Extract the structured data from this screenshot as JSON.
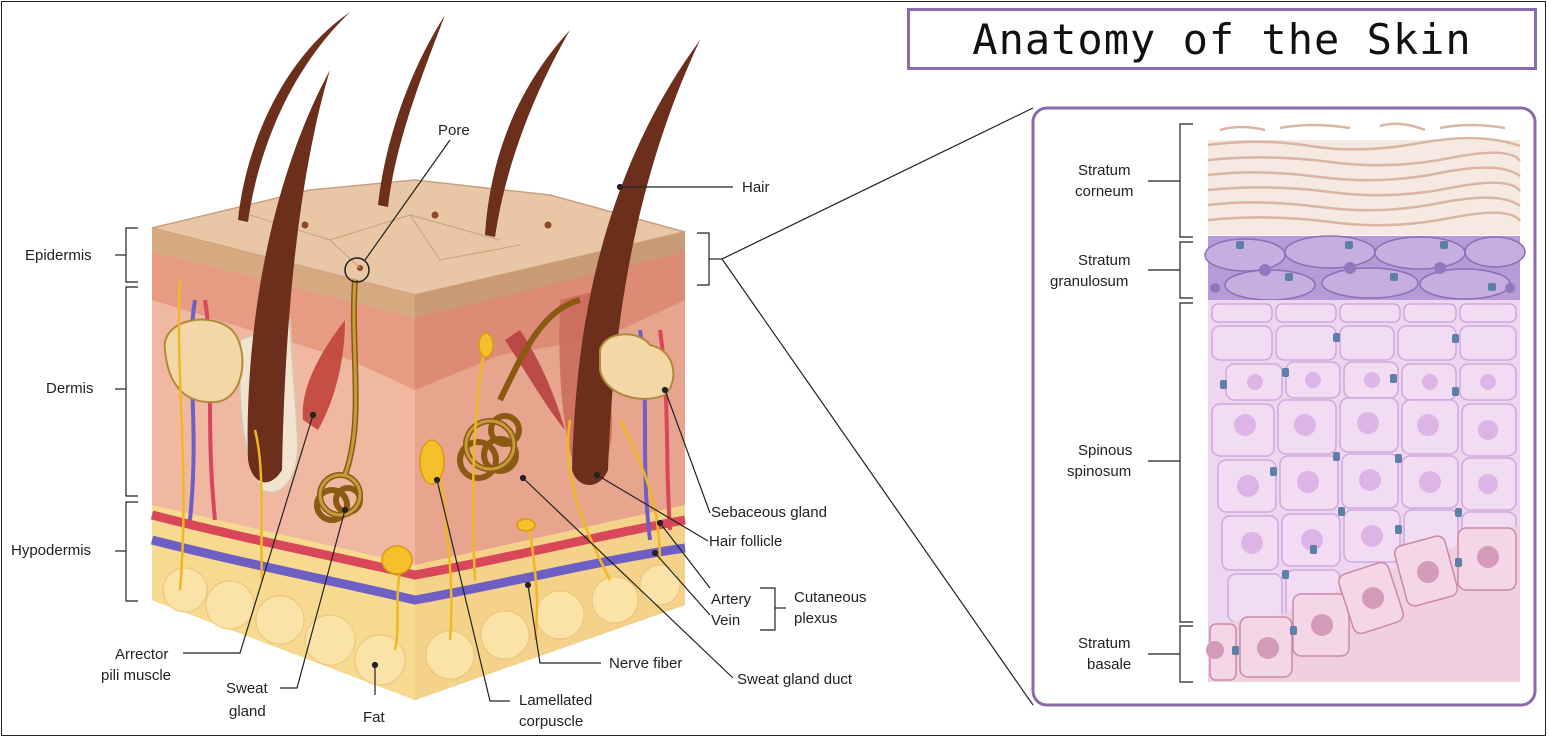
{
  "title": "Anatomy of the Skin",
  "layers": {
    "epidermis": "Epidermis",
    "dermis": "Dermis",
    "hypodermis": "Hypodermis"
  },
  "labels": {
    "pore": "Pore",
    "hair": "Hair",
    "sebaceous_gland": "Sebaceous gland",
    "hair_follicle": "Hair follicle",
    "artery": "Artery",
    "vein": "Vein",
    "cutaneous_plexus_1": "Cutaneous",
    "cutaneous_plexus_2": "plexus",
    "nerve_fiber": "Nerve fiber",
    "sweat_gland_duct": "Sweat gland duct",
    "lamellated_1": "Lamellated",
    "lamellated_2": "corpuscle",
    "fat": "Fat",
    "sweat_gland_1": "Sweat",
    "sweat_gland_2": "gland",
    "arrector_1": "Arrector",
    "arrector_2": "pili muscle"
  },
  "strata": {
    "corneum_1": "Stratum",
    "corneum_2": "corneum",
    "granulosum_1": "Stratum",
    "granulosum_2": "granulosum",
    "spinosum_1": "Spinous",
    "spinosum_2": "spinosum",
    "basale_1": "Stratum",
    "basale_2": "basale"
  }
}
